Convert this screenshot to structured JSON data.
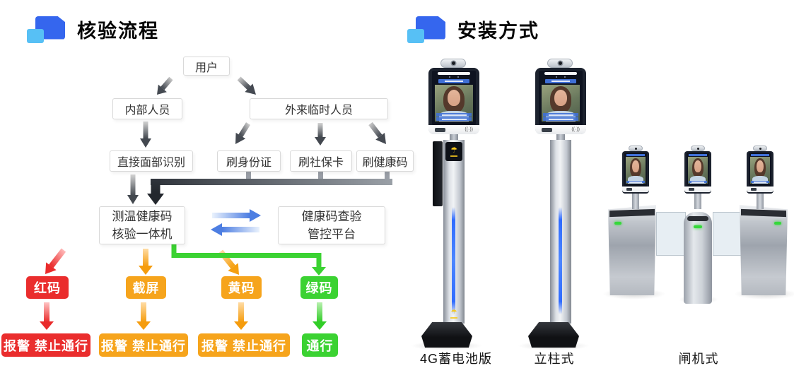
{
  "flow": {
    "title": "核验流程",
    "nodes": {
      "user": "用户",
      "internal": "内部人员",
      "external": "外来临时人员",
      "face_recognition": "直接面部识别",
      "id_card": "刷身份证",
      "social_card": "刷社保卡",
      "health_code": "刷健康码",
      "machine_line1": "测温健康码",
      "machine_line2": "核验一体机",
      "platform_line1": "健康码查验",
      "platform_line2": "管控平台"
    },
    "codes": [
      {
        "label": "红码",
        "color": "#ea2d2d"
      },
      {
        "label": "截屏",
        "color": "#f6a41c"
      },
      {
        "label": "黄码",
        "color": "#f6a41c"
      },
      {
        "label": "绿码",
        "color": "#3bd232"
      }
    ],
    "results": [
      {
        "label": "报警 禁止通行",
        "color": "#ea2d2d"
      },
      {
        "label": "报警 禁止通行",
        "color": "#f6a41c"
      },
      {
        "label": "报警 禁止通行",
        "color": "#f6a41c"
      },
      {
        "label": "通行",
        "color": "#3bd232"
      }
    ]
  },
  "install": {
    "title": "安装方式",
    "devices": [
      {
        "label": "4G蓄电池版"
      },
      {
        "label": "立柱式"
      },
      {
        "label": "闸机式"
      }
    ]
  },
  "icons": {
    "umbrella_glyph": "☂",
    "contactless_glyph": "((·))"
  },
  "colors": {
    "red": "#ea2d2d",
    "orange": "#f6a41c",
    "green": "#3bd232",
    "arrow_blue": "#4d7ee2",
    "brand_blue": "#3566ee",
    "brand_sky": "#57c0f5",
    "led_blue": "#2f6bff"
  }
}
